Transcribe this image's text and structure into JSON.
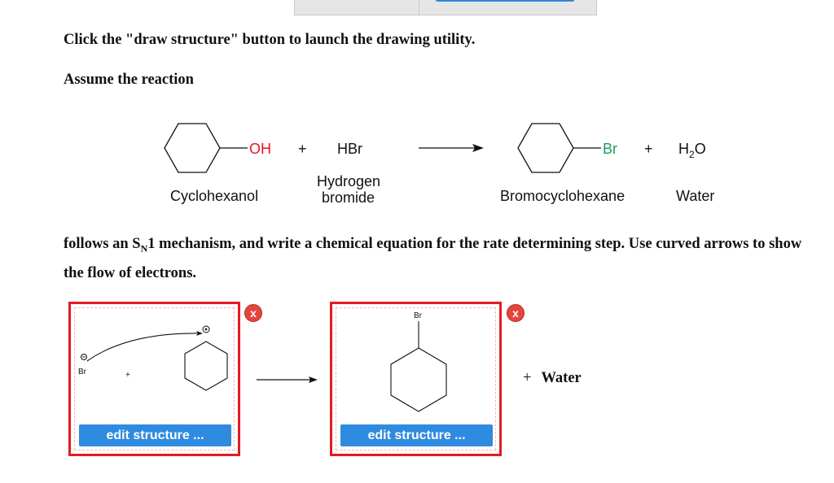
{
  "instructions": {
    "line1": "Click the \"draw structure\" button to launch the drawing utility.",
    "line2": "Assume the reaction",
    "follows_before": "follows an S",
    "follows_sub": "N",
    "follows_after": "1 mechanism, and write a chemical equation for the rate determining step. Use curved arrows to show the flow of electrons."
  },
  "reaction": {
    "reactant1_group": "OH",
    "reactant1_name": "Cyclohexanol",
    "plus1": "+",
    "reactant2_formula": "HBr",
    "reactant2_name_line1": "Hydrogen",
    "reactant2_name_line2": "bromide",
    "product1_group": "Br",
    "product1_name": "Bromocyclohexane",
    "plus2": "+",
    "product2_formula_h": "H",
    "product2_formula_sub": "2",
    "product2_formula_o": "O",
    "product2_name": "Water"
  },
  "drawing_box_1": {
    "atom_label": "Br",
    "plus": "+",
    "edit_button_label": "edit structure ..."
  },
  "drawing_box_2": {
    "atom_label": "Br",
    "edit_button_label": "edit structure ..."
  },
  "close_button_label": "x",
  "result": {
    "plus": "+",
    "water_label": "Water"
  },
  "colors": {
    "box_border": "#e31b23",
    "button_blue": "#2e8be0",
    "oh_red": "#e8141b",
    "br_green": "#1a9b5c"
  }
}
